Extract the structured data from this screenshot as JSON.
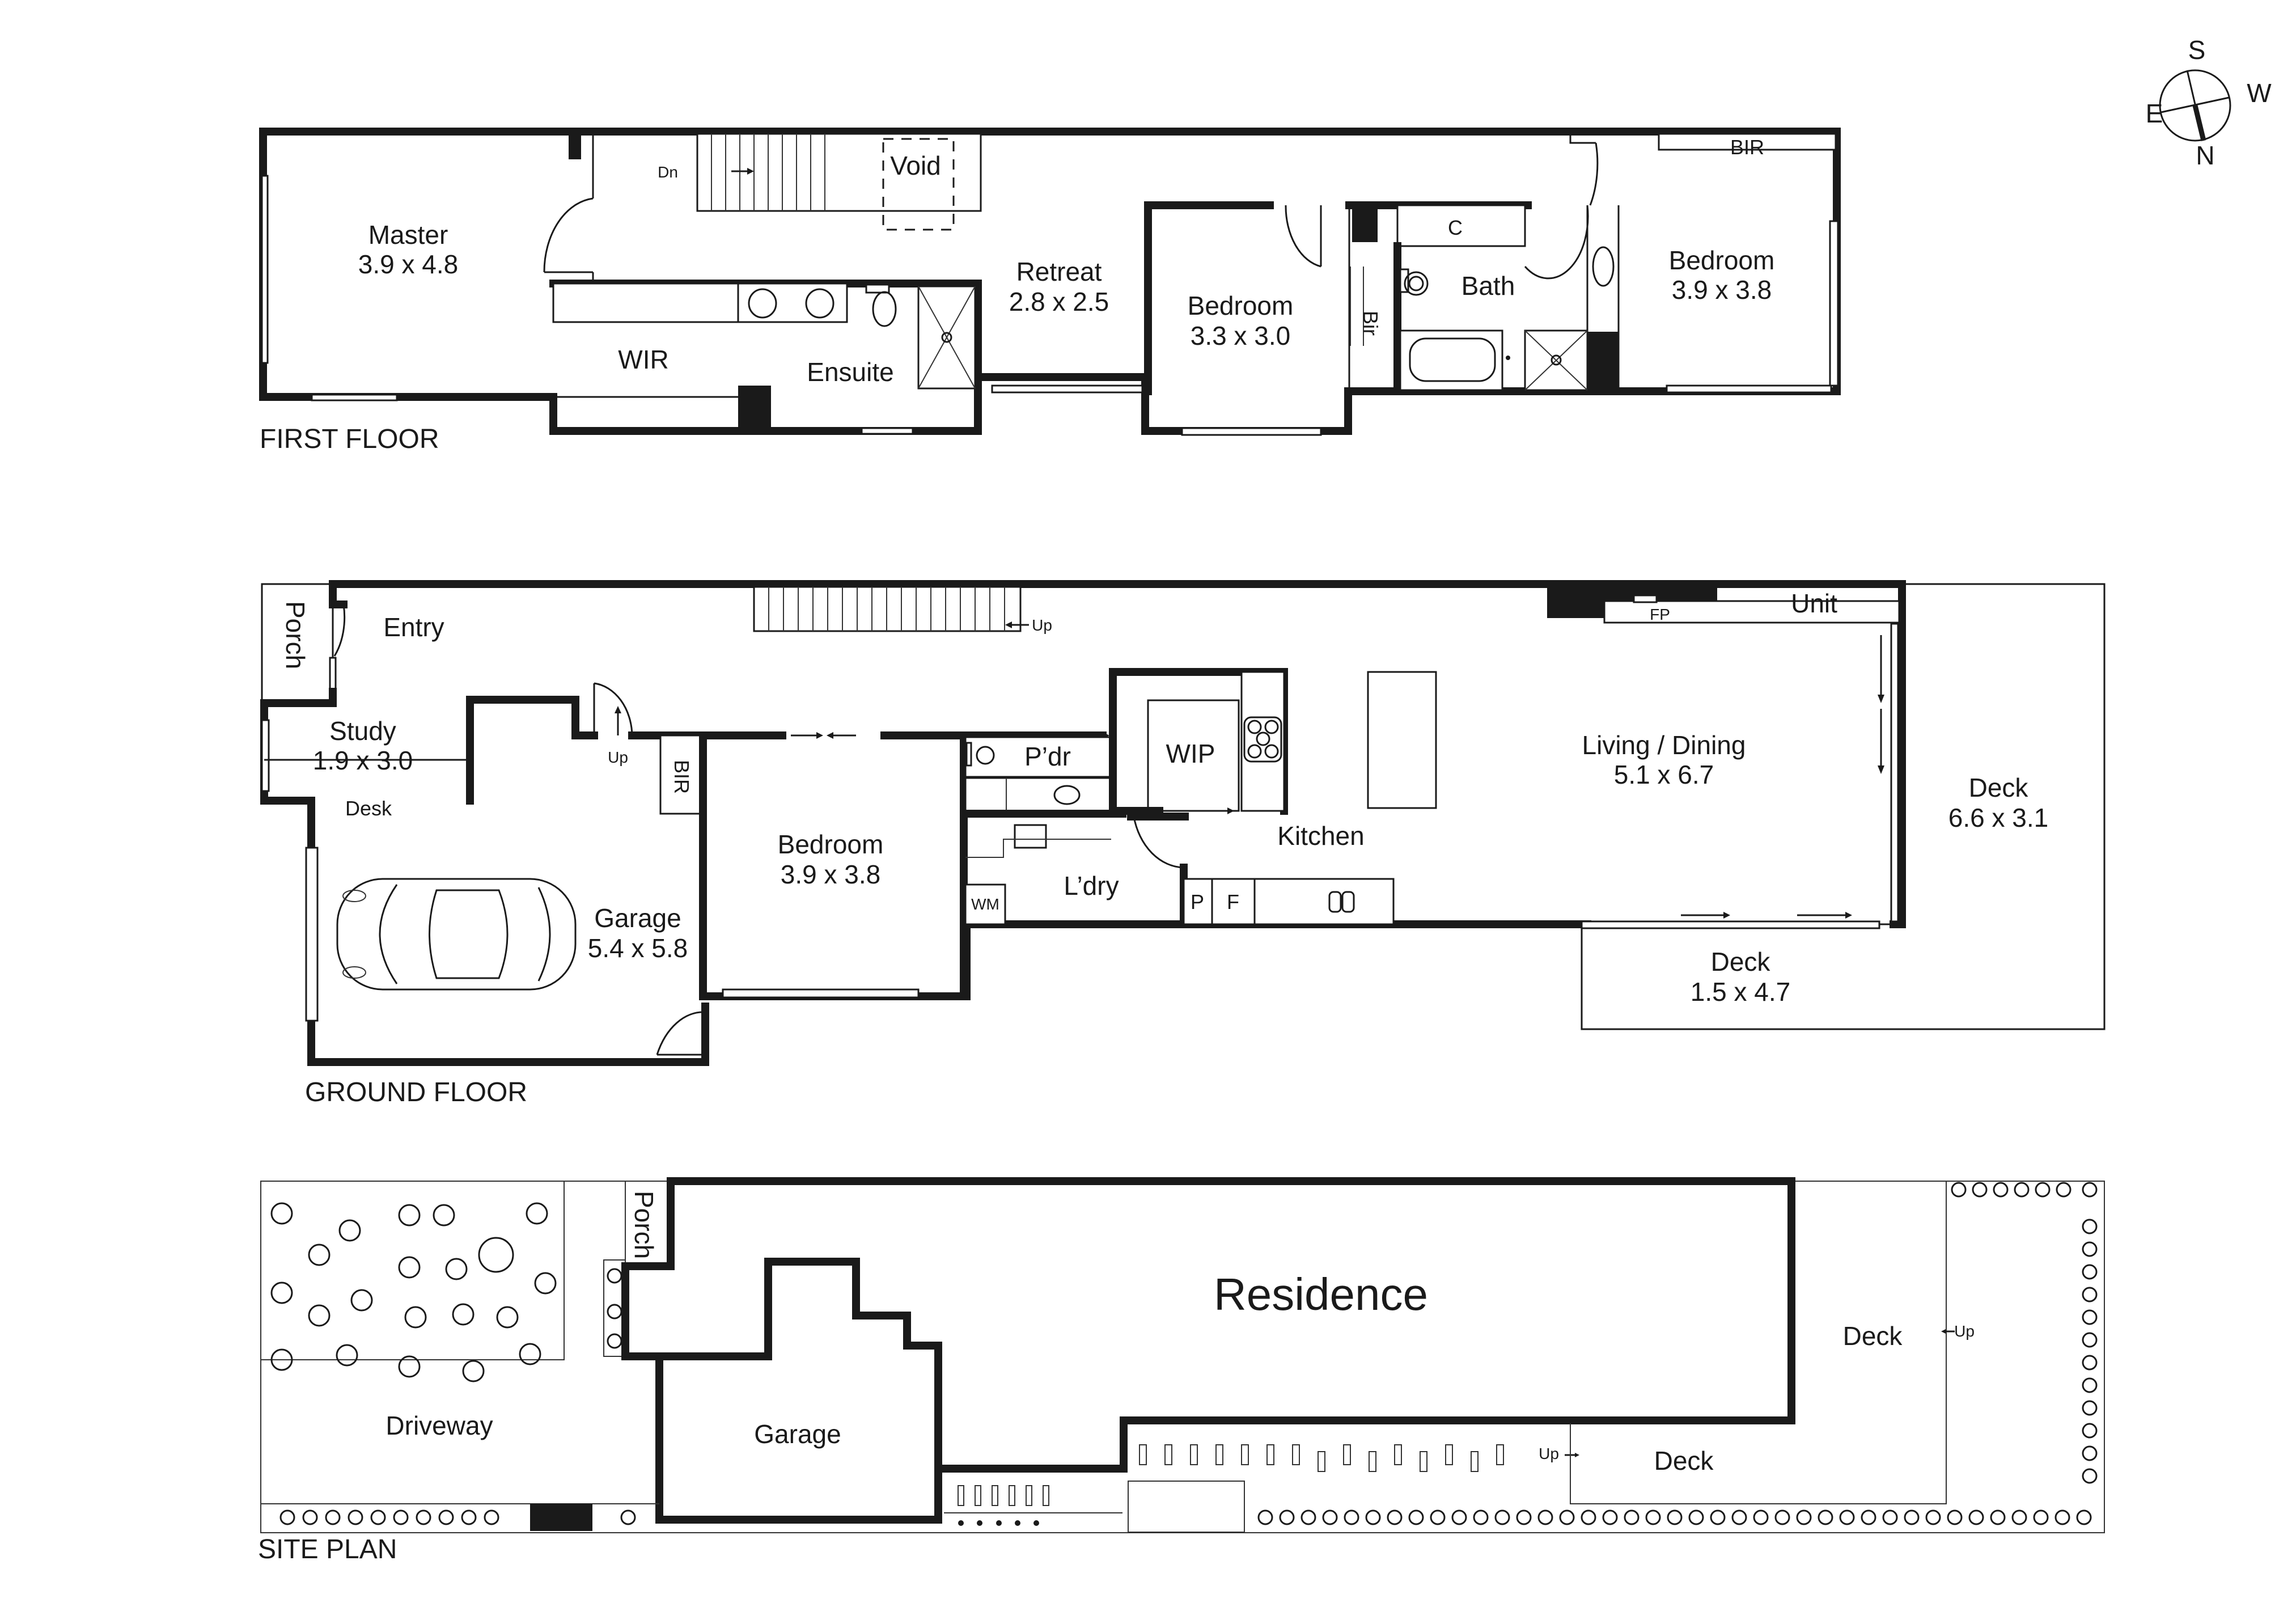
{
  "compass": {
    "n": "N",
    "s": "S",
    "e": "E",
    "w": "W"
  },
  "first_floor": {
    "title": "FIRST FLOOR",
    "rooms": {
      "master": {
        "name": "Master",
        "size": "3.9 x 4.8"
      },
      "wir": {
        "name": "WIR"
      },
      "ensuite": {
        "name": "Ensuite"
      },
      "void": {
        "name": "Void"
      },
      "stairs_dn": {
        "name": "Dn"
      },
      "retreat": {
        "name": "Retreat",
        "size": "2.8 x 2.5"
      },
      "bedroom2": {
        "name": "Bedroom",
        "size": "3.3 x 3.0"
      },
      "bir_small": {
        "name": "Bir"
      },
      "cupboard": {
        "name": "C"
      },
      "bath": {
        "name": "Bath"
      },
      "bedroom3": {
        "name": "Bedroom",
        "size": "3.9 x 3.8"
      },
      "bir": {
        "name": "BIR"
      }
    }
  },
  "ground_floor": {
    "title": "GROUND FLOOR",
    "rooms": {
      "porch": {
        "name": "Porch"
      },
      "entry": {
        "name": "Entry"
      },
      "stairs_up": {
        "name": "Up"
      },
      "study": {
        "name": "Study",
        "size": "1.9 x 3.0"
      },
      "desk": {
        "name": "Desk"
      },
      "step_up": {
        "name": "Up"
      },
      "bir": {
        "name": "BIR"
      },
      "garage": {
        "name": "Garage",
        "size": "5.4 x 5.8"
      },
      "bedroom": {
        "name": "Bedroom",
        "size": "3.9 x 3.8"
      },
      "powder": {
        "name": "P’dr"
      },
      "laundry": {
        "name": "L’dry"
      },
      "wm": {
        "name": "WM"
      },
      "wip": {
        "name": "WIP"
      },
      "kitchen": {
        "name": "Kitchen"
      },
      "pantry": {
        "name": "P"
      },
      "fridge": {
        "name": "F"
      },
      "fireplace": {
        "name": "FP"
      },
      "unit": {
        "name": "Unit"
      },
      "living": {
        "name": "Living / Dining",
        "size": "5.1 x 6.7"
      },
      "deck_side": {
        "name": "Deck",
        "size": "1.5 x 4.7"
      },
      "deck_rear": {
        "name": "Deck",
        "size": "6.6 x 3.1"
      }
    }
  },
  "site_plan": {
    "title": "SITE PLAN",
    "areas": {
      "porch": "Porch",
      "residence": "Residence",
      "driveway": "Driveway",
      "garage": "Garage",
      "deck_rear": "Deck",
      "deck_side": "Deck",
      "up_rear": "Up",
      "up_side": "Up"
    }
  }
}
